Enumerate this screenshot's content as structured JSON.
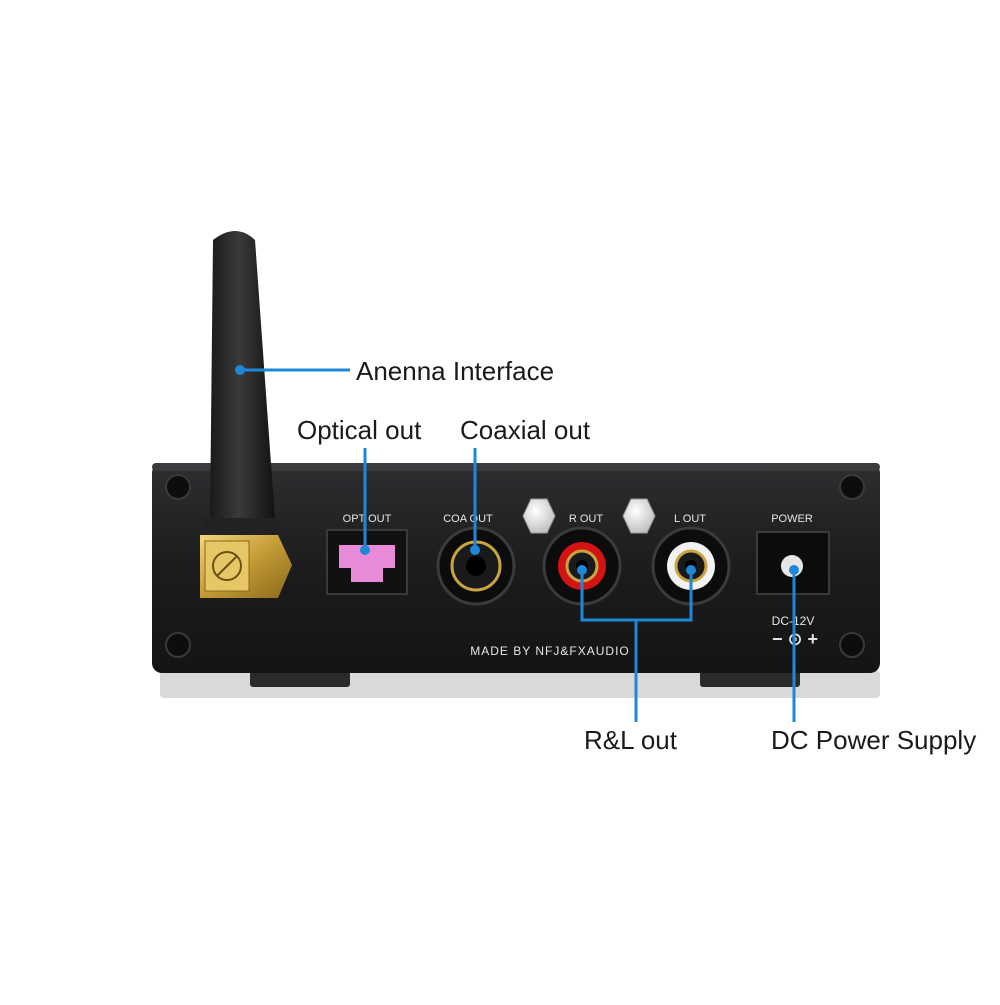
{
  "callouts": {
    "antenna": "Anenna Interface",
    "optical": "Optical out",
    "coaxial": "Coaxial out",
    "rl": "R&L out",
    "dc": "DC Power Supply"
  },
  "panel_labels": {
    "opt": "OPT OUT",
    "coa": "COA OUT",
    "r": "R OUT",
    "l": "L OUT",
    "power": "POWER",
    "made_by": "MADE BY  NFJ&FXAUDIO",
    "dc_rating": "DC-12V",
    "polarity": "− ⊙ +"
  },
  "colors": {
    "leader": "#1e88d8",
    "chassis": "#1b1b1d",
    "optical_port": "#e88ad8",
    "r_ring": "#d21414",
    "antenna_base": "#c9a542"
  },
  "icons": {
    "antenna": "antenna-icon",
    "optical": "optical-port-icon",
    "coax": "rca-jack-icon",
    "power": "dc-jack-icon"
  }
}
